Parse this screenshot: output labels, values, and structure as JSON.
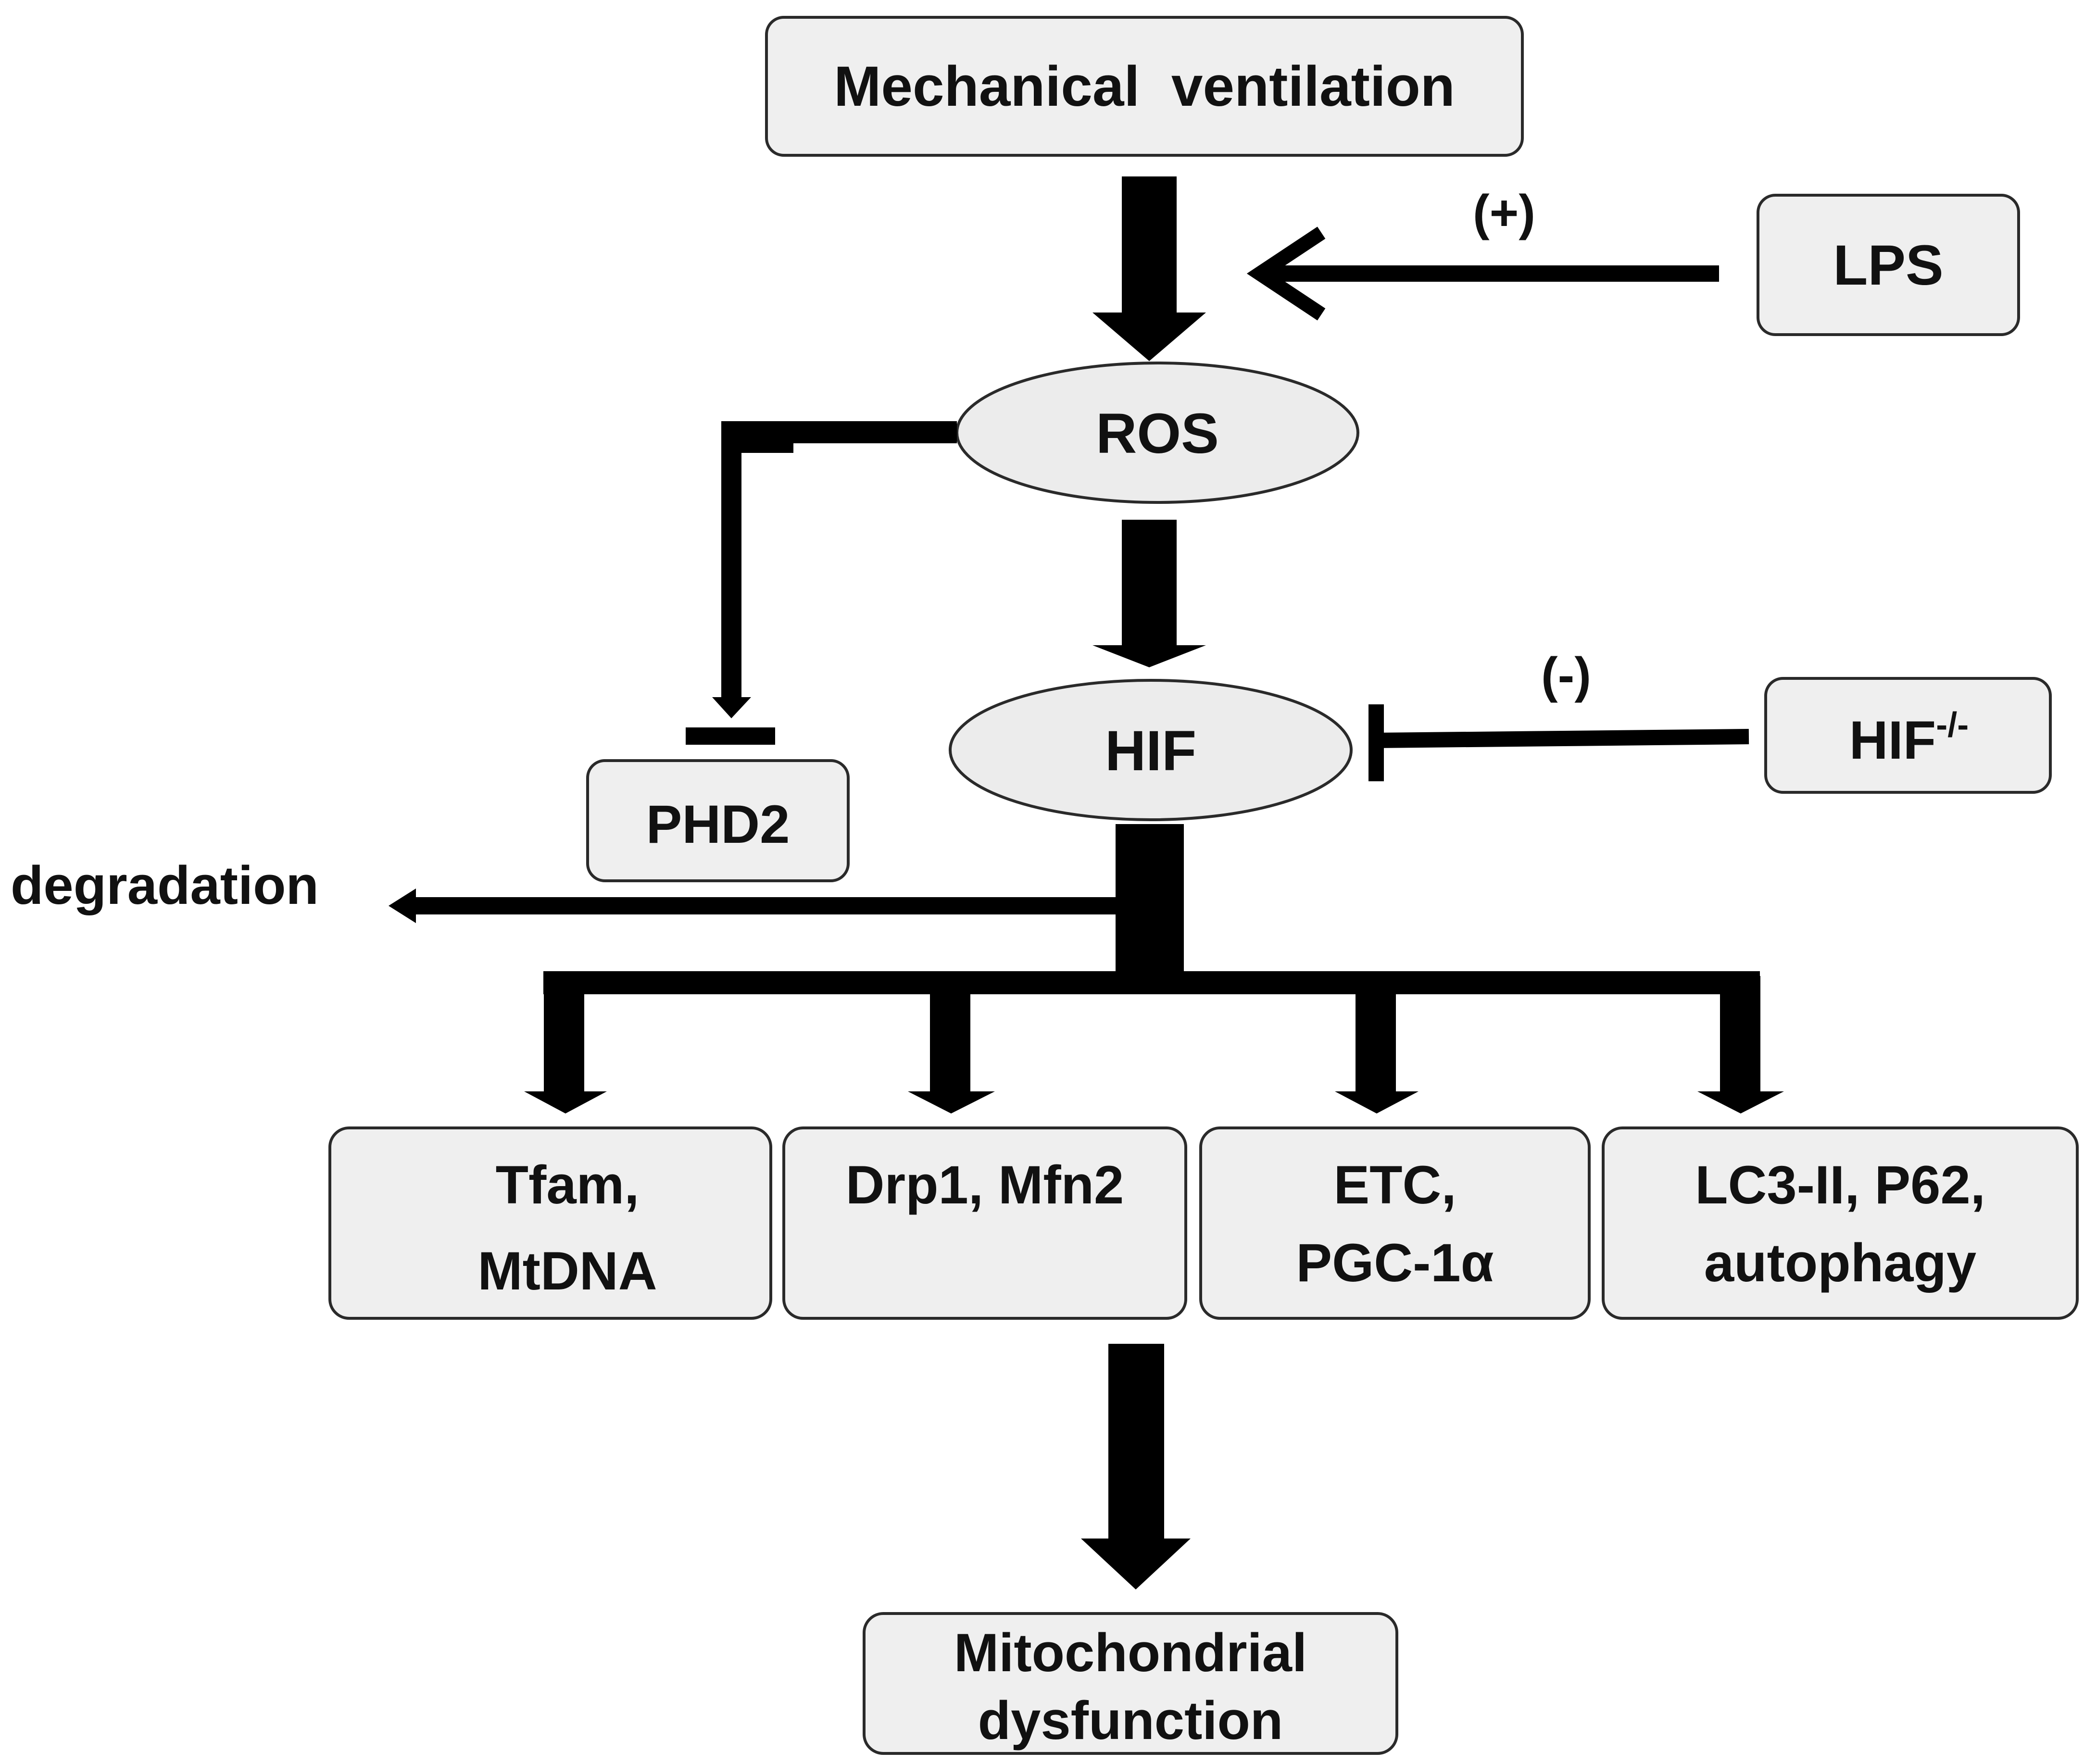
{
  "diagram": {
    "nodes": {
      "mechanical_ventilation": "Mechanical  ventilation",
      "lps": "LPS",
      "ros": "ROS",
      "hif": "HIF",
      "hif_ko": "HIF",
      "hif_ko_sup": "-/-",
      "phd2": "PHD2",
      "degradation": "degradation",
      "tfam_line1": "Tfam,",
      "tfam_line2": "MtDNA",
      "drp1": "Drp1, Mfn2",
      "etc_line1": "ETC,",
      "etc_line2": "PGC-1α",
      "lc3_line1": "LC3-II, P62,",
      "lc3_line2": "autophagy",
      "mito_line1": "Mitochondrial",
      "mito_line2": "dysfunction"
    },
    "edge_labels": {
      "lps_effect": "(+)",
      "hif_ko_effect": "(-)"
    }
  }
}
